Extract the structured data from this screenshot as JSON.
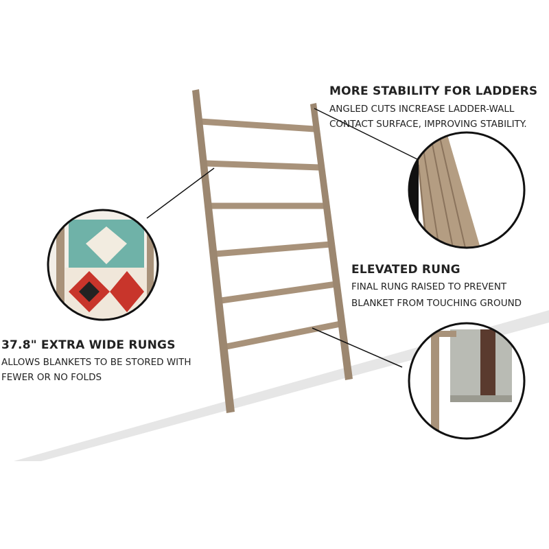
{
  "callouts": {
    "stability": {
      "title": "MORE STABILITY FOR LADDERS",
      "lines": [
        "ANGLED CUTS INCREASE LADDER-WALL",
        "CONTACT SURFACE, IMPROVING STABILITY."
      ]
    },
    "elevated": {
      "title": "ELEVATED RUNG",
      "lines": [
        "FINAL RUNG RAISED TO PREVENT",
        "BLANKET FROM TOUCHING GROUND"
      ]
    },
    "wide": {
      "title": "37.8\" EXTRA WIDE RUNGS",
      "lines": [
        "ALLOWS BLANKETS TO BE STORED WITH",
        "FEWER OR NO FOLDS"
      ]
    }
  },
  "colors": {
    "wood": "#b09a7e",
    "wood_dark": "#7d6a55",
    "floor": "#ececec",
    "text": "#222222"
  }
}
